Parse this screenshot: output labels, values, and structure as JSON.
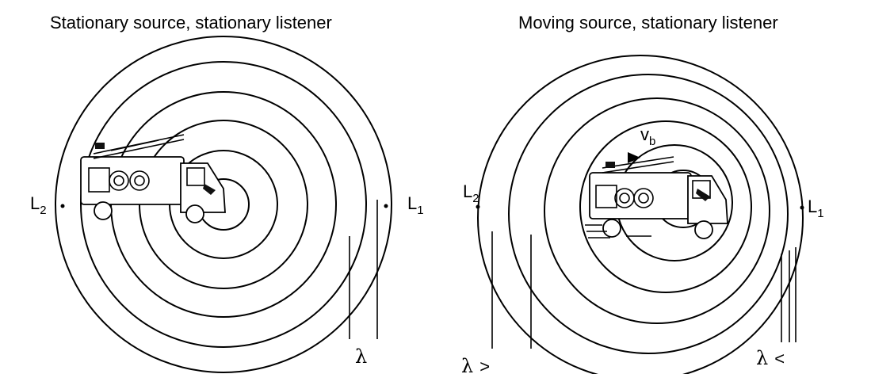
{
  "panels": [
    {
      "title": "Stationary source, stationary listener",
      "listener_left": {
        "letter": "L",
        "sub": "2"
      },
      "listener_right": {
        "letter": "L",
        "sub": "1"
      },
      "wavelength": {
        "symbol": "λ"
      }
    },
    {
      "title": "Moving source, stationary listener",
      "velocity": {
        "letter": "v",
        "sub": "b"
      },
      "listener_left": {
        "letter": "L",
        "sub": "2"
      },
      "listener_right": {
        "letter": "L",
        "sub": "1"
      },
      "wavelength_long": {
        "symbol": "λ",
        "relation": ">"
      },
      "wavelength_short": {
        "symbol": "λ",
        "relation": "<"
      }
    }
  ]
}
